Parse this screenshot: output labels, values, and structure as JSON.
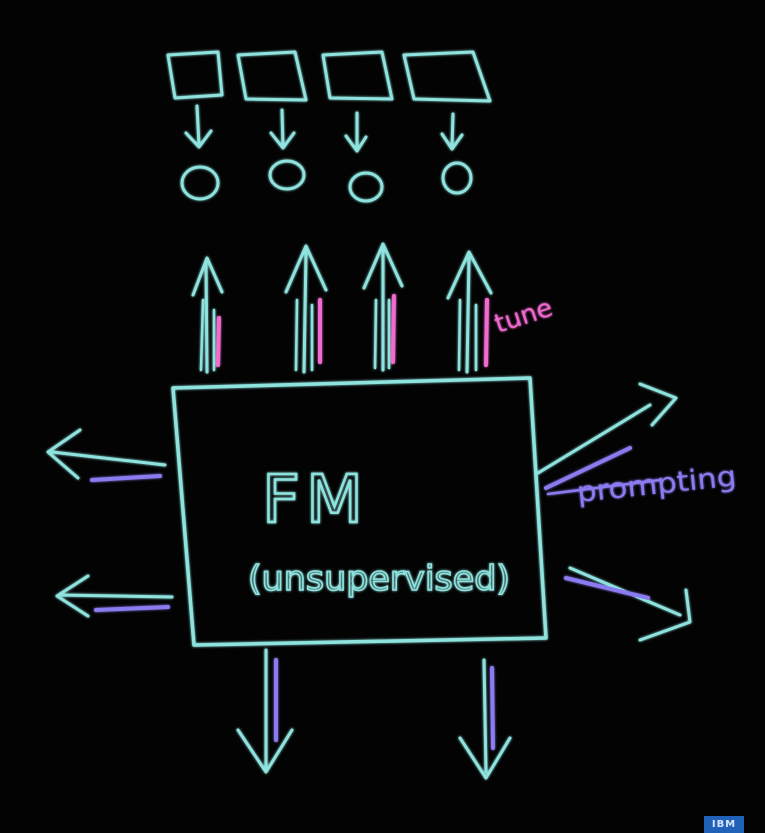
{
  "diagram": {
    "box_title": "FM",
    "box_subtitle": "(unsupervised)",
    "tune_label": "tune",
    "prompting_label": "prompting",
    "output_task_count": 4,
    "logo_text": "IBM"
  },
  "colors": {
    "background": "#030303",
    "chalk_cyan": "#8fe3df",
    "chalk_pink": "#f06ad0",
    "chalk_purple": "#8a7cf0",
    "logo_blue": "#1f62b8"
  }
}
